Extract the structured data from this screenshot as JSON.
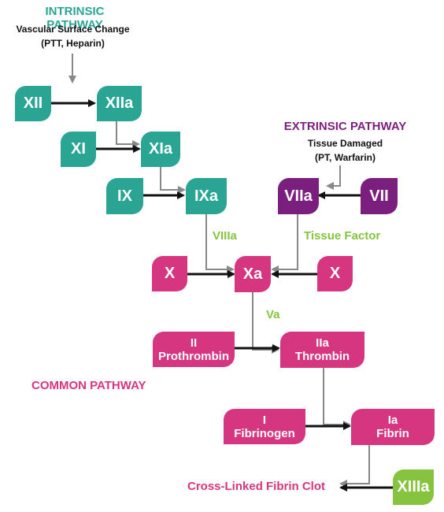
{
  "intrinsic": {
    "title": "INTRINSIC PATHWAY",
    "subtitle_line1": "Vascular Surface Change",
    "subtitle_line2": "(PTT, Heparin)"
  },
  "extrinsic": {
    "title": "EXTRINSIC PATHWAY",
    "subtitle_line1": "Tissue Damaged",
    "subtitle_line2": "(PT, Warfarin)"
  },
  "common": {
    "title": "COMMON PATHWAY"
  },
  "factors": {
    "xii": "XII",
    "xiia": "XIIa",
    "xi": "XI",
    "xia": "XIa",
    "ix": "IX",
    "ixa": "IXa",
    "viia": "VIIa",
    "vii": "VII",
    "x_left": "X",
    "xa": "Xa",
    "x_right": "X",
    "ii_line1": "II",
    "ii_line2": "Prothrombin",
    "iia_line1": "IIa",
    "iia_line2": "Thrombin",
    "i_line1": "I",
    "i_line2": "Fibrinogen",
    "ia_line1": "Ia",
    "ia_line2": "Fibrin",
    "xiiia": "XIIIa"
  },
  "cofactors": {
    "viiia": "VIIIa",
    "tissue_factor": "Tissue Factor",
    "va": "Va"
  },
  "outcome": "Cross-Linked Fibrin Clot",
  "colors": {
    "intrinsic": "#2aa594",
    "extrinsic": "#7b1f7e",
    "common": "#d6367f",
    "cofactor": "#86c440"
  }
}
